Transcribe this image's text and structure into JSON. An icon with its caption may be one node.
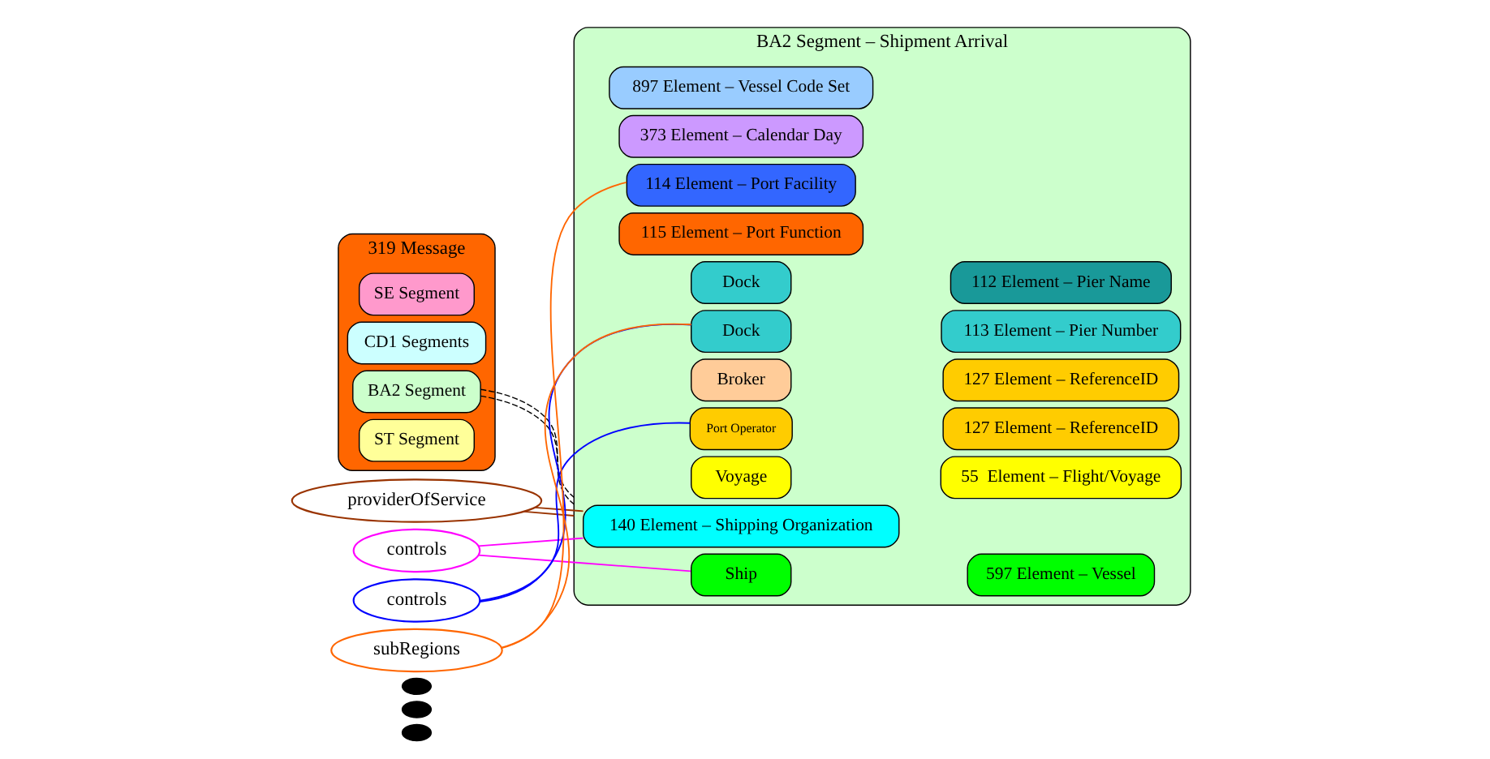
{
  "diagram": {
    "nodes": [
      {
        "text": [
          "319 Message"
        ]
      },
      {
        "text": [
          "ST Segment"
        ],
        "in": 0
      },
      {
        "text": [
          "BA2 Segment"
        ],
        "in": 0
      },
      {
        "text": [
          "CD1 Segments"
        ],
        "in": 0
      },
      {
        "text": [
          "SE Segment"
        ],
        "in": 0
      },
      {
        "text": [
          "BA2 Segment – Shipment Arrival"
        ]
      },
      {
        "text": [
          "140 Element – Shipping Organization"
        ],
        "in": 5
      },
      {
        "text": [
          "Ship"
        ],
        "in": 5
      },
      {
        "text": [
          "597 Element – Vessel"
        ],
        "in": 5
      },
      {
        "text": [
          "Voyage"
        ],
        "in": 5
      },
      {
        "text": [
          "55  Element – Flight/Voyage"
        ],
        "in": 5
      },
      {
        "text": [
          "Port Operator"
        ],
        "in": 5
      },
      {
        "text": [
          "127 Element – ReferenceID"
        ],
        "in": 5
      },
      {
        "text": [
          "Broker"
        ],
        "in": 5
      },
      {
        "text": [
          "127 Element – ReferenceID"
        ],
        "in": 5
      },
      {
        "text": [
          "Dock"
        ],
        "in": 5
      },
      {
        "text": [
          "113 Element – Pier Number"
        ],
        "in": 5
      },
      {
        "text": [
          "Dock"
        ],
        "in": 5
      },
      {
        "text": [
          "112 Element – Pier Name"
        ],
        "in": 5
      },
      {
        "text": [
          "115 Element – Port Function"
        ],
        "in": 5
      },
      {
        "text": [
          "114 Element – Port Facility"
        ],
        "in": 5
      },
      {
        "text": [
          "373 Element – Calendar Day"
        ],
        "in": 5
      },
      {
        "text": [
          "897 Element – Vessel Code Set"
        ],
        "in": 5
      },
      {
        "text": [
          "providerOfService"
        ]
      },
      {
        "text": [
          "controls"
        ]
      },
      {
        "text": [
          "controls"
        ]
      },
      {
        "text": [
          "subRegions"
        ]
      },
      {
        "text": [],
        "shape": "circle"
      },
      {
        "text": [],
        "shape": "circle"
      },
      {
        "text": [],
        "shape": "circle"
      }
    ],
    "edges": [
      {
        "from": 2,
        "to": 5,
        "arrow": "none",
        "style": "dashed"
      },
      {
        "from": 2,
        "to": 5,
        "arrow": "none",
        "style": "dashed"
      },
      {
        "from": 23,
        "to": 5,
        "arrow": "none",
        "color": "#993300"
      },
      {
        "from": 23,
        "to": 6,
        "arrow": "none",
        "color": "#993300"
      },
      {
        "from": 24,
        "to": 6,
        "arrow": "none",
        "color": "#ff00ff"
      },
      {
        "from": 24,
        "to": 7,
        "arrow": "none",
        "color": "#ff00ff"
      },
      {
        "from": 25,
        "to": 11,
        "arrow": "none",
        "color": "#0000ff"
      },
      {
        "from": 25,
        "to": 15,
        "arrow": "none",
        "color": "#0000ff"
      },
      {
        "from": 26,
        "to": 15,
        "arrow": "none",
        "color": "#ff6600"
      },
      {
        "from": 26,
        "to": 20,
        "arrow": "none",
        "color": "#ff6600"
      }
    ]
  }
}
